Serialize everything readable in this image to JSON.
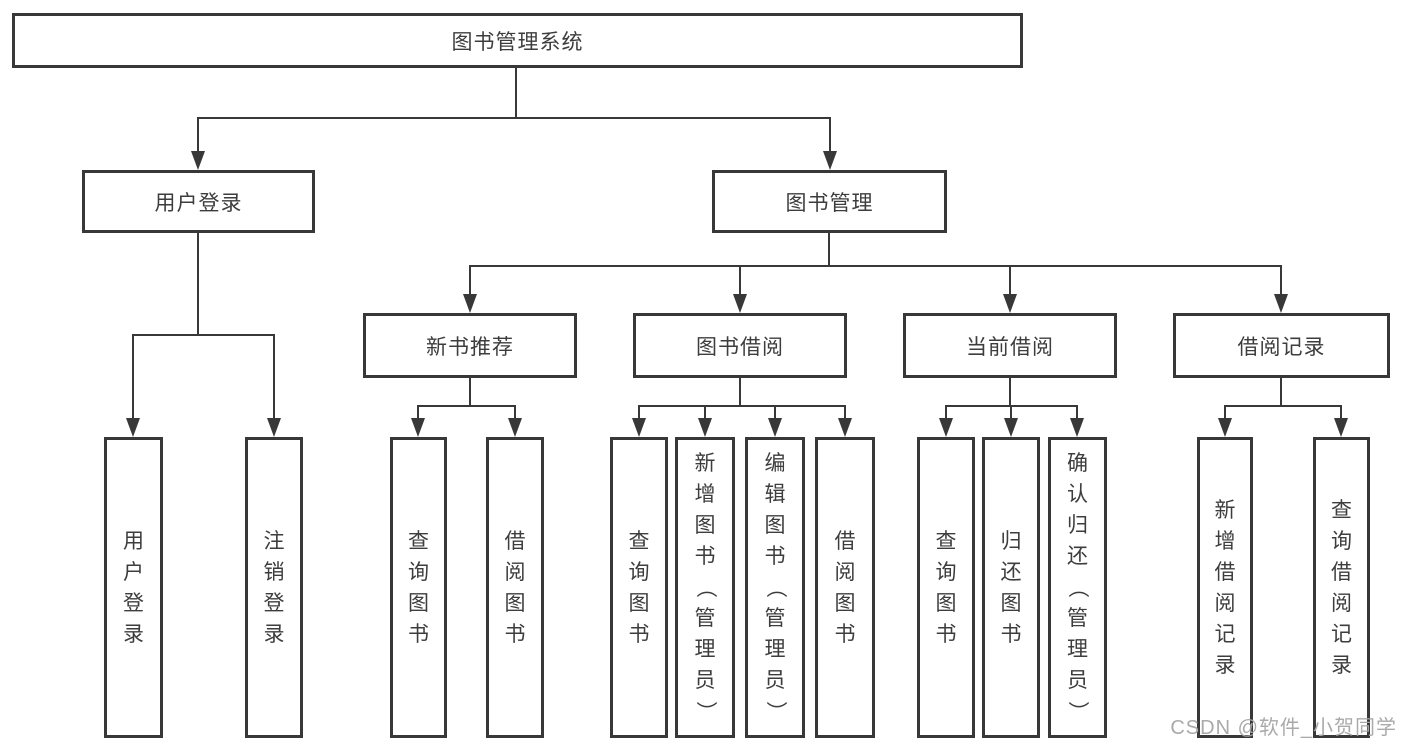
{
  "diagram": {
    "title": "图书管理系统",
    "colors": {
      "line": "#383838",
      "text": "#3d3d3d",
      "box_fill": "#ffffff",
      "watermark": "#a5a5a5"
    },
    "nodes": {
      "root": "图书管理系统",
      "user_login": "用户登录",
      "book_mgmt": "图书管理",
      "new_book": "新书推荐",
      "book_borrow": "图书借阅",
      "current_borrow": "当前借阅",
      "borrow_record": "借阅记录",
      "login": "用户登录",
      "logout": "注销登录",
      "nb_query": "查询图书",
      "nb_borrow": "借阅图书",
      "bb_query": "查询图书",
      "bb_add": "新增图书（管理员）",
      "bb_edit": "编辑图书（管理员）",
      "bb_borrow": "借阅图书",
      "cb_query": "查询图书",
      "cb_return": "归还图书",
      "cb_confirm": "确认归还（管理员）",
      "br_add": "新增借阅记录",
      "br_query": "查询借阅记录"
    },
    "watermark": "CSDN @软件_小贺同学"
  }
}
